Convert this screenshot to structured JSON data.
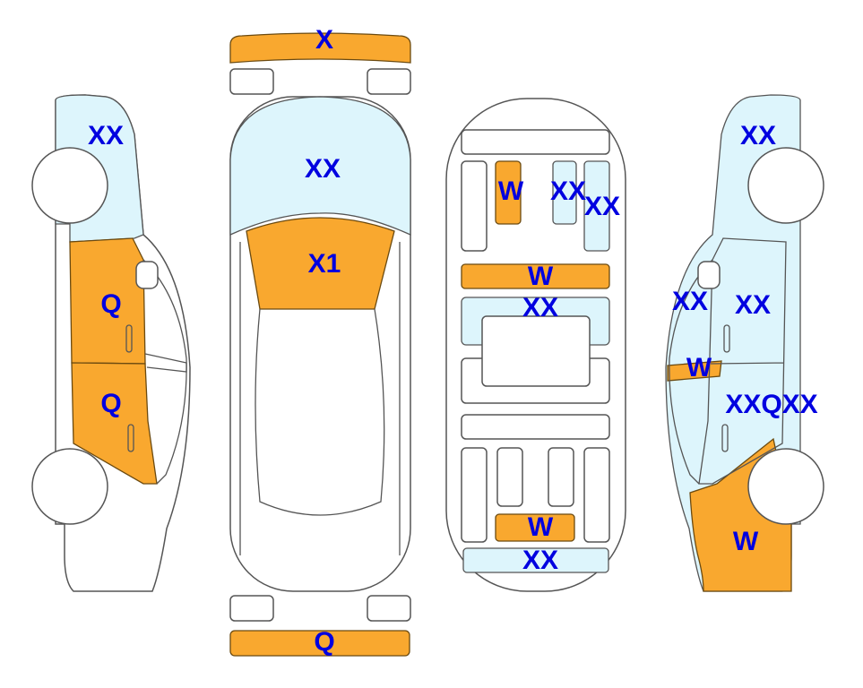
{
  "colors": {
    "damage_orange": "#F9A82F",
    "damage_blue": "#DDF5FC",
    "label": "#0000E0"
  },
  "left_side": {
    "labels": [
      "XX",
      "Q",
      "Q"
    ]
  },
  "top_view": {
    "labels": [
      "X",
      "XX",
      "X1",
      "Q"
    ]
  },
  "interior": {
    "labels": [
      "W",
      "XX",
      "XX",
      "W",
      "XX",
      "W",
      "XX"
    ]
  },
  "right_side": {
    "labels": [
      "XX",
      "XX",
      "XX",
      "W",
      "XXQXX",
      "W"
    ]
  }
}
